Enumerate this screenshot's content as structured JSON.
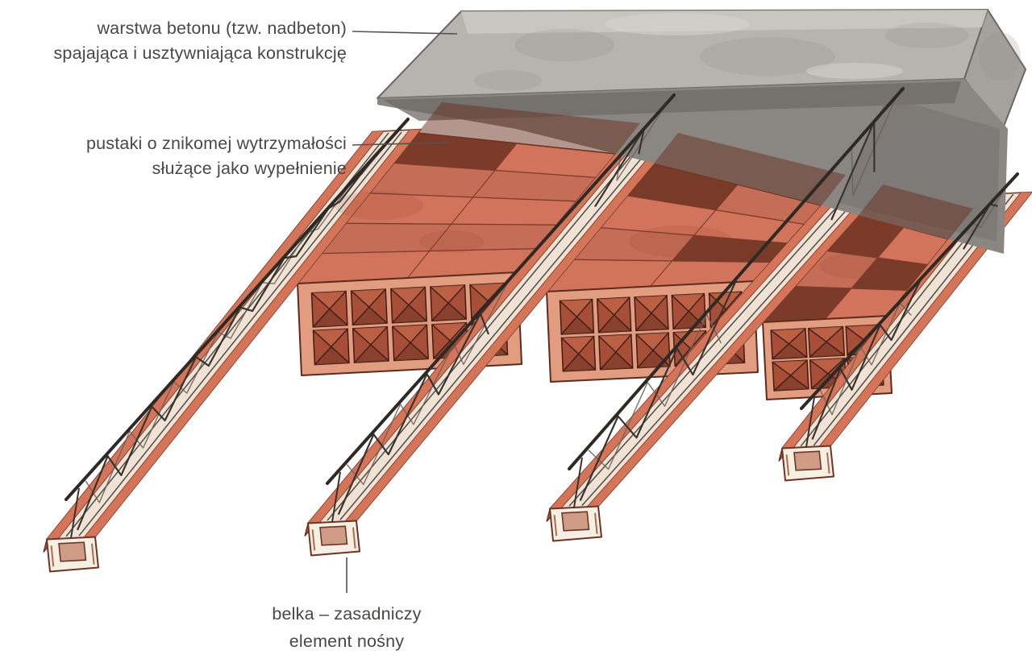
{
  "labels": {
    "concrete_layer": {
      "line1": "warstwa betonu (tzw. nadbeton)",
      "line2": "spajająca i usztywniająca konstrukcję"
    },
    "filler_blocks": {
      "line1": "pustaki o znikomej wytrzymałości",
      "line2": "służące jako wypełnienie"
    },
    "beam": {
      "line1": "belka – zasadniczy",
      "line2": "element nośny"
    }
  },
  "colors": {
    "terracotta_block": "#d2745c",
    "block_face": "#e29c80",
    "block_dark": "#6f3322",
    "concrete_gray": "#b7b3af",
    "concrete_end_gray": "#a5a19d",
    "shadow_gray": "#8a8682",
    "steel_dark": "#2d2925",
    "line_brown": "#6d3526",
    "label_text": "#4a4744"
  }
}
